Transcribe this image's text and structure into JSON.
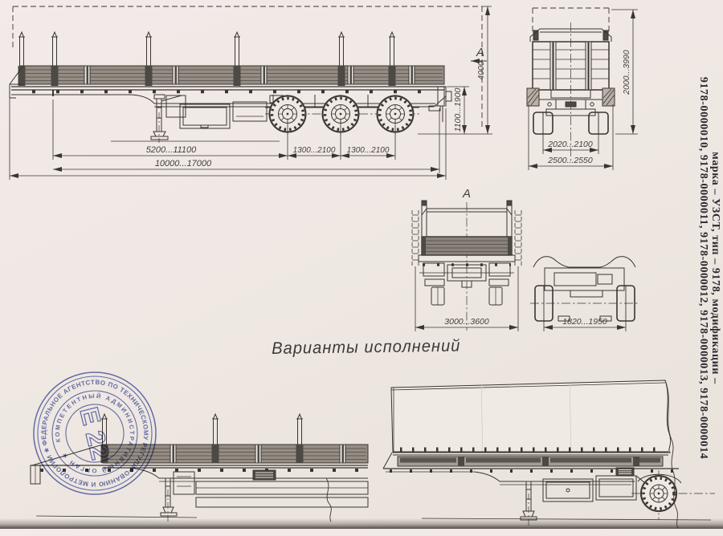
{
  "sheet": {
    "caption": "Варианты исполнений",
    "side_note_line1": "марка – УЗСТ, тип – 9178, модификации –",
    "side_note_line2": "9178-0000010, 9178-0000011, 9178-0000012, 9178-0000013, 9178-0000014"
  },
  "views": {
    "side": {
      "label": "А",
      "dim_kingpin_to_axle": "5200...11100",
      "dim_axle_spacing_1": "1300...2100",
      "dim_axle_spacing_2": "1300...2100",
      "dim_overall_length": "10000...17000",
      "dim_coupling_height": "1100...1900",
      "dim_overall_height": "4000"
    },
    "rear": {
      "dim_track": "2020...2100",
      "dim_overall_width": "2500...2550",
      "dim_height_range": "2000...3990"
    },
    "front": {
      "label": "А",
      "dim_width": "3000...3600"
    },
    "bogie": {
      "dim_track": "1820...1950"
    }
  },
  "stamp": {
    "ring_outer_text": "ФЕДЕРАЛЬНОЕ АГЕНТСТВО ПО ТЕХНИЧЕСКОМУ РЕГУЛИРОВАНИЮ И МЕТРОЛОГИИ ★",
    "ring_inner_text": "КОМПЕТЕНТНЫЙ АДМИНИСТРАТИВНЫЙ ОРГАН ★",
    "center_code": "Е 22",
    "color": "#4353a8"
  },
  "colors": {
    "paper": "#eee7e1",
    "ink": "#3a3530",
    "dim_text": "#45403a",
    "stamp_blue": "#4353a8"
  }
}
